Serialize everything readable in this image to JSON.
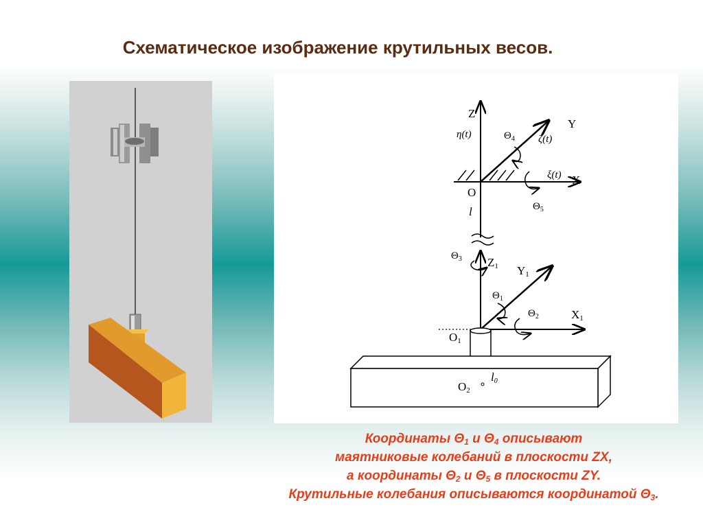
{
  "title": "Схематическое изображение крутильных весов.",
  "diagram": {
    "labels": {
      "z": "Z",
      "eta": "η(t)",
      "theta4": "Θ",
      "theta4_sub": "4",
      "y": "Y",
      "zeta": "ζ(t)",
      "xi": "ξ(t)",
      "x": "X",
      "o": "O",
      "theta5": "Θ",
      "theta5_sub": "5",
      "l": "l",
      "theta3": "Θ",
      "theta3_sub": "3",
      "z1": "Z",
      "z1_sub": "1",
      "y1": "Y",
      "y1_sub": "1",
      "theta1": "Θ",
      "theta1_sub": "1",
      "theta2": "Θ",
      "theta2_sub": "2",
      "x1": "X",
      "x1_sub": "1",
      "o1": "O",
      "o1_sub": "1",
      "o2": "O",
      "o2_sub": "2",
      "l0": "l",
      "l0_sub": "0"
    }
  },
  "caption": {
    "line1": {
      "a": "Координаты Θ",
      "b": "1",
      "c": " и Θ",
      "d": "4",
      "e": " описывают"
    },
    "line2": "маятниковые колебаний в плоскости ZX,",
    "line3": {
      "a": "а координаты Θ",
      "b": "2",
      "c": " и Θ",
      "d": "5",
      "e": " в плоскости ZY."
    },
    "line4": {
      "a": "Крутильные колебания описываются координатой Θ",
      "b": "3",
      "c": "."
    }
  },
  "colors": {
    "title": "#5a2c12",
    "caption": "#e2401c",
    "beam_front": "#c8791c",
    "beam_top": "#e39a2c"
  }
}
